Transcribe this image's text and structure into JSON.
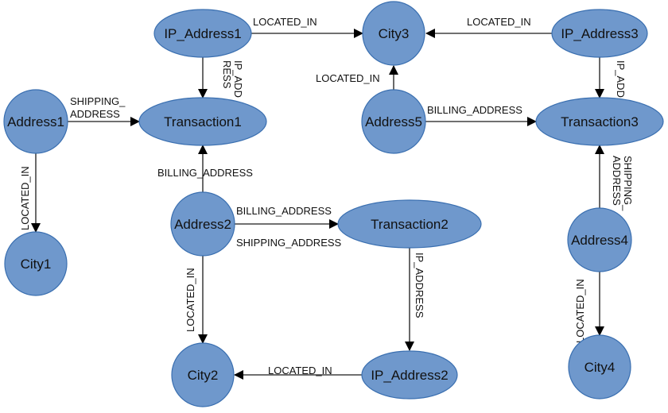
{
  "diagram": {
    "style": {
      "node_fill": "#6f98cc",
      "node_stroke": "#3a6fb0",
      "edge_color": "#000000"
    },
    "nodes": {
      "ip_address1": "IP_Address1",
      "city3": "City3",
      "ip_address3": "IP_Address3",
      "address1": "Address1",
      "transaction1": "Transaction1",
      "address5": "Address5",
      "transaction3": "Transaction3",
      "city1": "City1",
      "address2": "Address2",
      "transaction2": "Transaction2",
      "address4": "Address4",
      "city2": "City2",
      "ip_address2": "IP_Address2",
      "city4": "City4"
    },
    "edges": {
      "ip1_city3": "LOCATED_IN",
      "ip3_city3": "LOCATED_IN",
      "addr5_city3": "LOCATED_IN",
      "ip1_tx1_a": "IP_ADD",
      "ip1_tx1_b": "RESS",
      "ip3_tx3": "IP_ADD",
      "addr1_tx1_a": "SHIPPING_",
      "addr1_tx1_b": "ADDRESS",
      "addr5_tx3": "BILLING_ADDRESS",
      "addr1_city1": "LOCATED_IN",
      "addr2_tx1": "BILLING_ADDRESS",
      "addr4_tx3_a": "SHIPPING_",
      "addr4_tx3_b": "ADDRESS",
      "addr2_tx2_billing": "BILLING_ADDRESS",
      "addr2_tx2_shipping": "SHIPPING_ADDRESS",
      "tx2_ip2": "IP_ADDRESS",
      "addr2_city2": "LOCATED_IN",
      "addr4_city4": "LOCATED_IN",
      "ip2_city2": "LOCATED_IN"
    }
  }
}
